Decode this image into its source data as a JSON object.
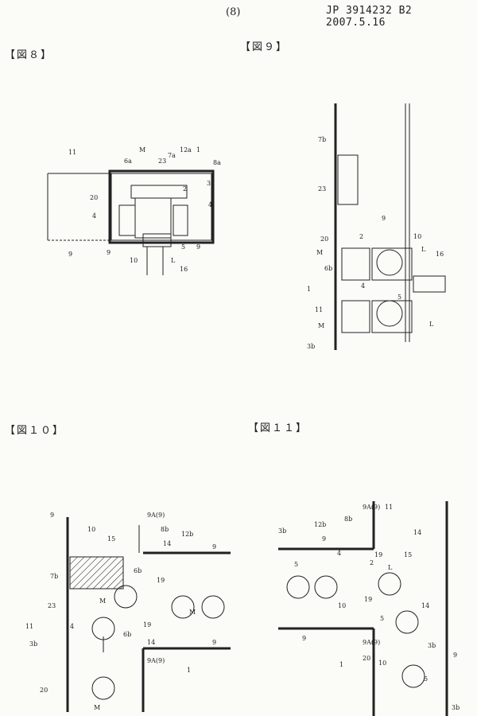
{
  "header": {
    "page_number": "(8)",
    "doc_id": "JP 3914232 B2 2007.5.16"
  },
  "figures": [
    {
      "label": "【図８】",
      "refs": [
        "11",
        "M",
        "6a",
        "23",
        "7a",
        "12a",
        "1",
        "8a",
        "20",
        "2",
        "3a",
        "4",
        "4",
        "9",
        "9",
        "10",
        "5",
        "L",
        "9",
        "16"
      ]
    },
    {
      "label": "【図９】",
      "refs": [
        "7b",
        "23",
        "9",
        "20",
        "2",
        "10",
        "16",
        "L",
        "M",
        "6b",
        "4",
        "1",
        "11",
        "5",
        "M",
        "3b",
        "L"
      ]
    },
    {
      "label": "【図１０】",
      "refs": [
        "9",
        "10",
        "15",
        "9A(9)",
        "8b",
        "12b",
        "14",
        "9",
        "7b",
        "6b",
        "19",
        "M",
        "23",
        "M",
        "4",
        "19",
        "11",
        "3b",
        "6b",
        "14",
        "9A(9)",
        "9",
        "1",
        "20",
        "M"
      ]
    },
    {
      "label": "【図１１】",
      "refs": [
        "3b",
        "12b",
        "8b",
        "9A(9)",
        "11",
        "9",
        "14",
        "4",
        "19",
        "15",
        "5",
        "L",
        "2",
        "10",
        "19",
        "14",
        "9",
        "5",
        "9A(9)",
        "20",
        "1",
        "10",
        "3b",
        "9",
        "5",
        "3b"
      ]
    }
  ]
}
